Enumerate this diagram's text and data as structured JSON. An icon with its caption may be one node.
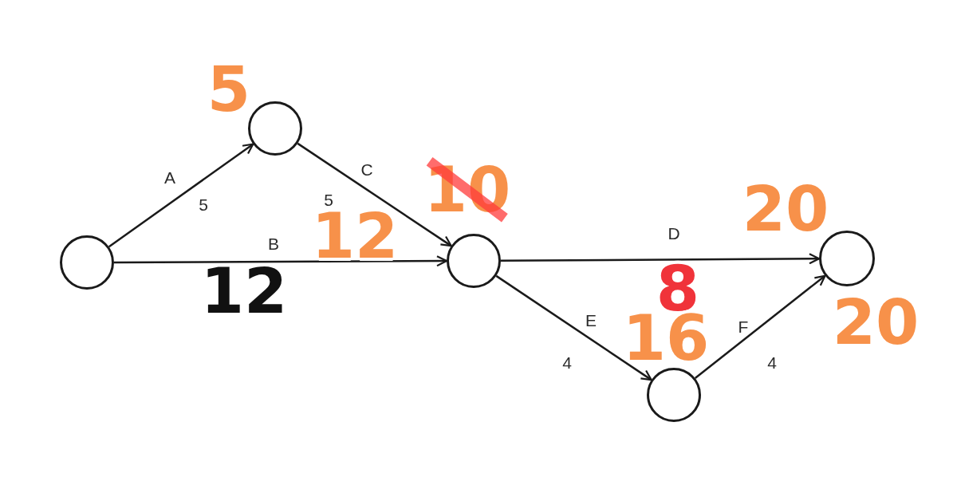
{
  "diagram": {
    "nodes": [
      {
        "text": [],
        "shape": "circle"
      },
      {
        "text": [],
        "shape": "circle",
        "beside": [
          "5"
        ]
      },
      {
        "text": [],
        "shape": "circle",
        "beside": [
          "10",
          "12"
        ]
      },
      {
        "text": [],
        "shape": "circle",
        "beside": [
          "16"
        ]
      },
      {
        "text": [],
        "shape": "circle",
        "beside": [
          "20",
          "20"
        ]
      }
    ],
    "edges": [
      {
        "from": 0,
        "to": 1,
        "arrow": "to",
        "label": "A"
      },
      {
        "from": 0,
        "to": 2,
        "arrow": "to",
        "label": "B"
      },
      {
        "from": 1,
        "to": 2,
        "arrow": "to",
        "label": "C"
      },
      {
        "from": 2,
        "to": 4,
        "arrow": "to",
        "label": "D"
      },
      {
        "from": 2,
        "to": 3,
        "arrow": "to",
        "label": "E"
      },
      {
        "from": 3,
        "to": 4,
        "arrow": "to",
        "label": "F"
      }
    ],
    "labels": [
      "5",
      "5",
      "12",
      "8",
      "4",
      "4"
    ]
  }
}
